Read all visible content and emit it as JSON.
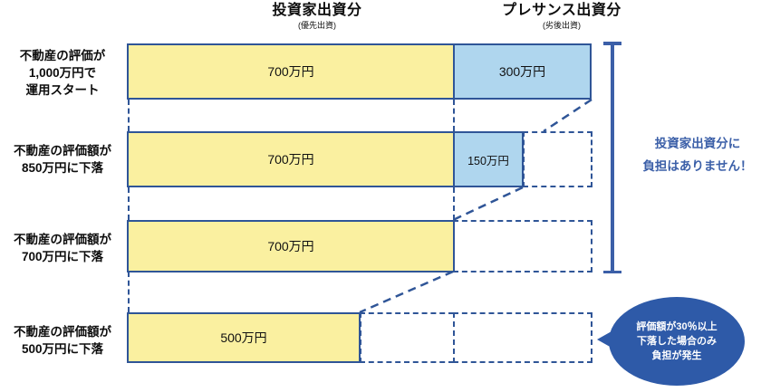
{
  "headers": {
    "investor": {
      "main": "投資家出資分",
      "sub": "(優先出資)"
    },
    "pressance": {
      "main": "プレサンス出資分",
      "sub": "(劣後出資)"
    }
  },
  "rows": [
    {
      "label": "不動産の評価が\n1,000万円で\n運用スタート",
      "investor_value": "700万円",
      "pressance_value": "300万円"
    },
    {
      "label": "不動産の評価額が\n850万円に下落",
      "investor_value": "700万円",
      "pressance_value": "150万円"
    },
    {
      "label": "不動産の評価額が\n700万円に下落",
      "investor_value": "700万円",
      "pressance_value": ""
    },
    {
      "label": "不動産の評価額が\n500万円に下落",
      "investor_value": "500万円",
      "pressance_value": ""
    }
  ],
  "right_note": "投資家出資分に\n負担はありません！",
  "callout": "評価額が30％以上\n下落した場合のみ\n負担が発生",
  "colors": {
    "investor_fill": "#faf0a0",
    "pressance_fill": "#afd6ee",
    "outline": "#2f5597",
    "accent_text": "#3b5fa8",
    "callout_bg": "#2e5aa8"
  }
}
